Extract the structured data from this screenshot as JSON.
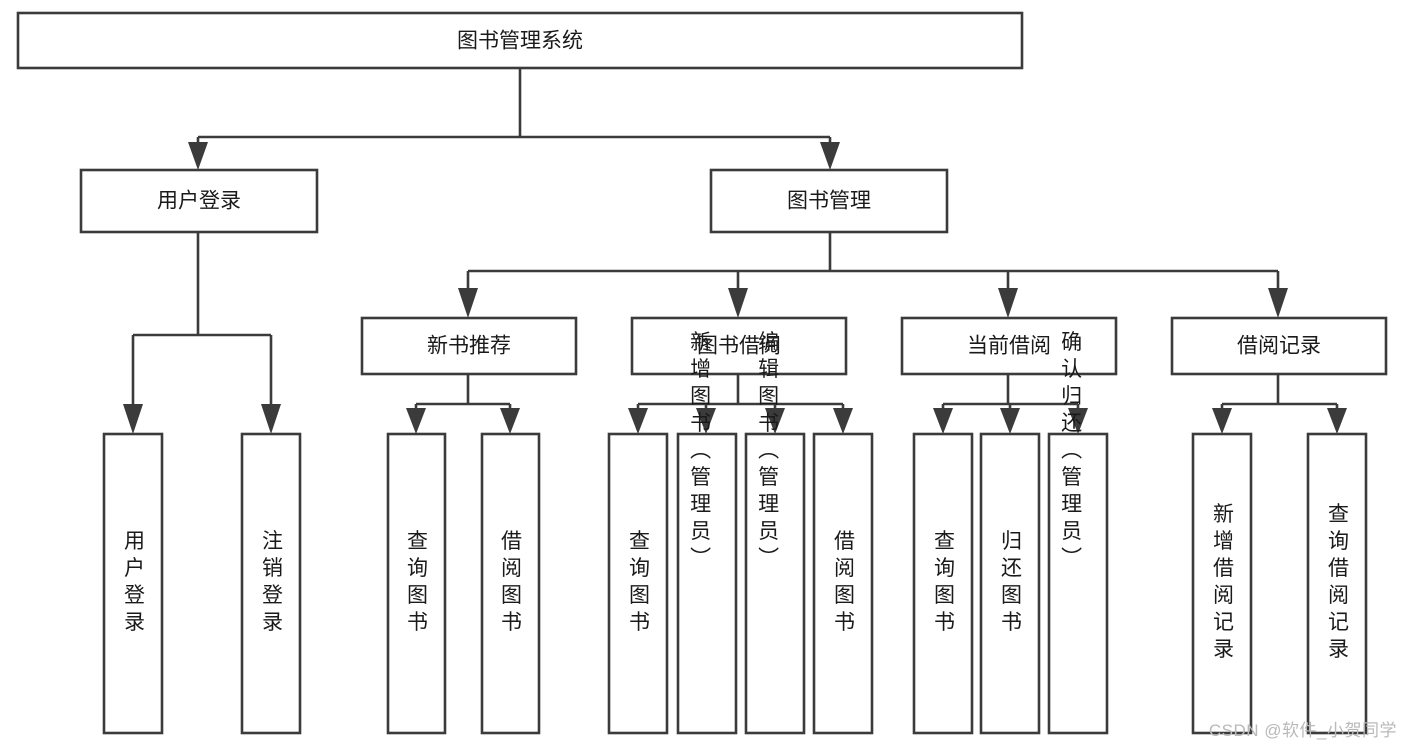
{
  "diagram": {
    "type": "tree-hierarchy",
    "title": "图书管理系统",
    "orientation": "top-down",
    "colors": {
      "stroke": "#3b3b3b",
      "fill": "#ffffff",
      "text": "#1a1a1a",
      "watermark": "#b9b9b9"
    },
    "levels": [
      {
        "level": 0,
        "nodes": [
          {
            "id": "root",
            "label": "图书管理系统",
            "orientation": "horizontal"
          }
        ]
      },
      {
        "level": 1,
        "nodes": [
          {
            "id": "user-login",
            "label": "用户登录",
            "orientation": "horizontal",
            "parent": "root"
          },
          {
            "id": "book-manage",
            "label": "图书管理",
            "orientation": "horizontal",
            "parent": "root"
          }
        ]
      },
      {
        "level": 2,
        "nodes": [
          {
            "id": "new-book-recommend",
            "label": "新书推荐",
            "orientation": "horizontal",
            "parent": "book-manage"
          },
          {
            "id": "book-borrow",
            "label": "图书借阅",
            "orientation": "horizontal",
            "parent": "book-manage"
          },
          {
            "id": "current-borrow",
            "label": "当前借阅",
            "orientation": "horizontal",
            "parent": "book-manage"
          },
          {
            "id": "borrow-record",
            "label": "借阅记录",
            "orientation": "horizontal",
            "parent": "book-manage"
          }
        ]
      },
      {
        "level": 3,
        "nodes": [
          {
            "id": "leaf-user-login",
            "label": "用户登录",
            "orientation": "vertical",
            "parent": "user-login"
          },
          {
            "id": "leaf-logout",
            "label": "注销登录",
            "orientation": "vertical",
            "parent": "user-login"
          },
          {
            "id": "leaf-query-book-1",
            "label": "查询图书",
            "orientation": "vertical",
            "parent": "new-book-recommend"
          },
          {
            "id": "leaf-borrow-book-1",
            "label": "借阅图书",
            "orientation": "vertical",
            "parent": "new-book-recommend"
          },
          {
            "id": "leaf-query-book-2",
            "label": "查询图书",
            "orientation": "vertical",
            "parent": "book-borrow"
          },
          {
            "id": "leaf-add-book",
            "label": "新增图书（管理员）",
            "orientation": "vertical",
            "parent": "book-borrow"
          },
          {
            "id": "leaf-edit-book",
            "label": "编辑图书（管理员）",
            "orientation": "vertical",
            "parent": "book-borrow"
          },
          {
            "id": "leaf-borrow-book-2",
            "label": "借阅图书",
            "orientation": "vertical",
            "parent": "book-borrow"
          },
          {
            "id": "leaf-query-book-3",
            "label": "查询图书",
            "orientation": "vertical",
            "parent": "current-borrow"
          },
          {
            "id": "leaf-return-book",
            "label": "归还图书",
            "orientation": "vertical",
            "parent": "current-borrow"
          },
          {
            "id": "leaf-confirm-return",
            "label": "确认归还（管理员）",
            "orientation": "vertical",
            "parent": "current-borrow"
          },
          {
            "id": "leaf-add-record",
            "label": "新增借阅记录",
            "orientation": "vertical",
            "parent": "borrow-record"
          },
          {
            "id": "leaf-query-record",
            "label": "查询借阅记录",
            "orientation": "vertical",
            "parent": "borrow-record"
          }
        ]
      }
    ]
  },
  "watermark": {
    "text": "CSDN @软件_小贺同学"
  }
}
